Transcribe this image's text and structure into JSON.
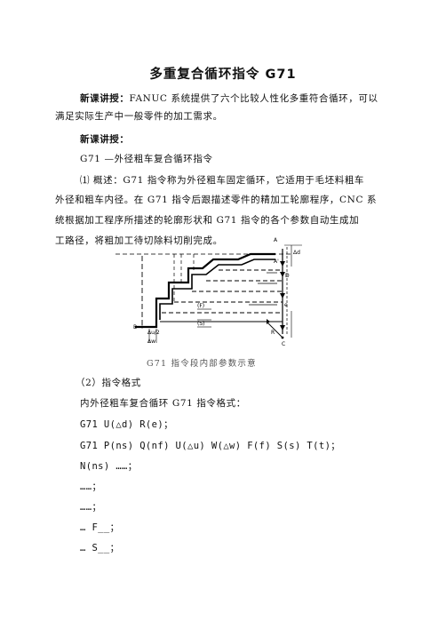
{
  "title": "多重复合循环指令 G71",
  "intro": {
    "label": "新课讲授：",
    "line1": "FANUC 系统提供了六个比较人性化多重符合循环，可以",
    "line2": "满足实际生产中一般零件的加工需求。"
  },
  "section_heading": "新课讲授：",
  "g71_heading": "G71 —外径粗车复合循环指令",
  "overview": {
    "line1": "⑴ 概述：G71 指令称为外径粗车固定循环，它适用于毛坯料粗车",
    "line2": "外径和粗车内径。在 G71 指令后跟描述零件的精加工轮廓程序，CNC 系",
    "line3": "统根据加工程序所描述的轮廓形状和 G71 指令的各个参数自动生成加",
    "line4": "工路径，将粗加工待切除料切削完成。"
  },
  "diagram": {
    "labels": {
      "A": "A",
      "A_prime": "A'",
      "B": "B",
      "C": "C",
      "D": "D",
      "e": "e",
      "R": "R",
      "F": "(F)",
      "S": "(S)",
      "u2": "Δu/2",
      "w": "Δw",
      "d": "Δd"
    },
    "caption": "G71 指令段内部参数示意"
  },
  "format": {
    "heading": "（2）指令格式",
    "intro": "内外径粗车复合循环 G71 指令格式：",
    "lines": [
      "G71 U(△d) R(e)；",
      "G71 P(ns) Q(nf) U(△u) W(△w) F(f) S(s) T(t)；",
      "N(ns) ……；",
      "……；",
      "……；",
      "… F__；",
      "… S__；"
    ]
  }
}
